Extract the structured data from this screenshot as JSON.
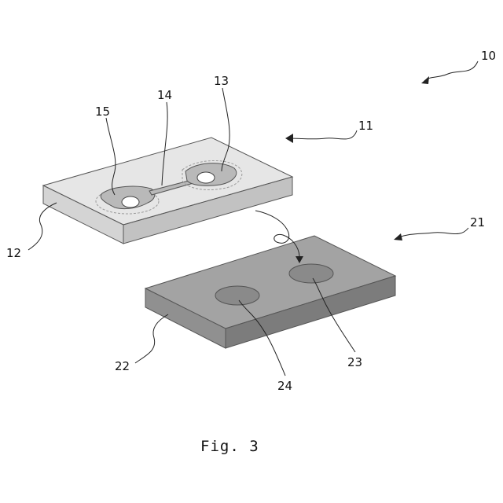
{
  "labels": {
    "assembly": "10",
    "upper_substrate": "11",
    "upper_side": "12",
    "right_chamber": "13",
    "channel": "14",
    "left_chamber": "15",
    "lower_substrate": "21",
    "lower_side": "22",
    "right_spot": "23",
    "left_spot": "24"
  },
  "caption": "Fig. 3",
  "colors": {
    "upper_top": "#e6e6e6",
    "upper_front": "#d4d4d4",
    "upper_side": "#c2c2c2",
    "lower_top": "#a3a3a3",
    "lower_front": "#909090",
    "lower_side": "#7c7c7c",
    "recess": "#b9b9b9",
    "spot": "#8a8a8a"
  }
}
